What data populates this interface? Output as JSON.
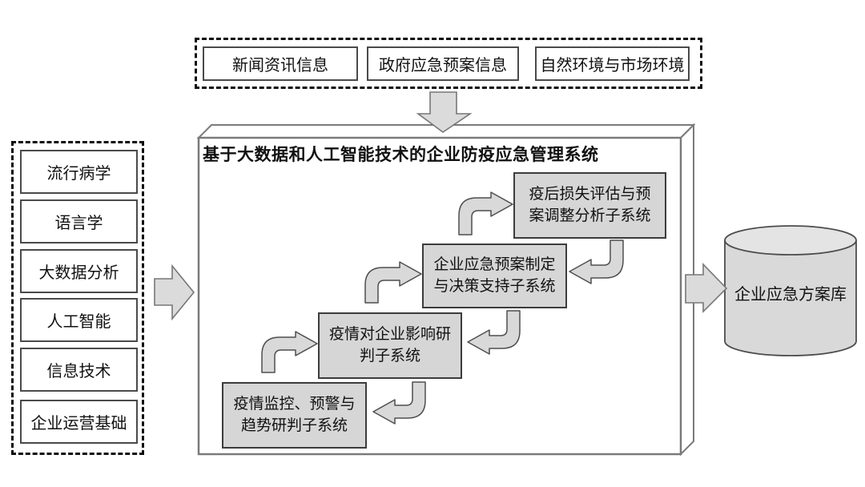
{
  "diagram": {
    "system": {
      "title": "基于大数据和人工智能技术的企业防疫应急管理系统",
      "subsystems": [
        "疫情监控、预警与趋势研判子系统",
        "疫情对企业影响研判子系统",
        "企业应急预案制定与决策支持子系统",
        "疫后损失评估与预案调整分析子系统"
      ]
    },
    "top_inputs": [
      "新闻资讯信息",
      "政府应急预案信息",
      "自然环境与市场环境"
    ],
    "left_inputs": [
      "流行病学",
      "语言学",
      "大数据分析",
      "人工智能",
      "信息技术",
      "企业运营基础"
    ],
    "database": {
      "label": "企业应急方案库"
    },
    "colors": {
      "box_fill": "#d6d6d6",
      "arrow_fill": "#dbdbdb",
      "cylinder_fill": "#d9d9d9",
      "border_dark": "#3c3c3c",
      "border_gray": "#7a7a7a",
      "dashed_border": "#0d0d0d",
      "text": "#111111",
      "background": "#ffffff"
    }
  }
}
